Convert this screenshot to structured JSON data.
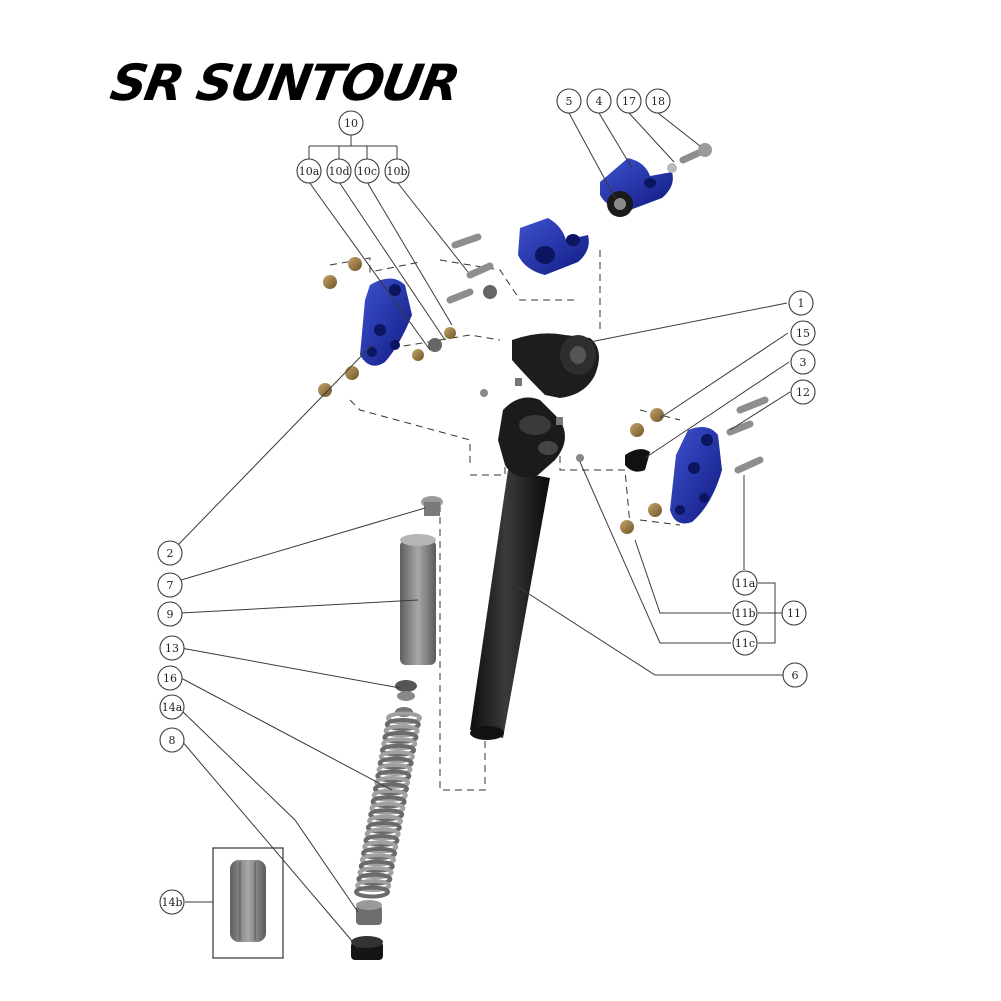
{
  "brand": {
    "logo_text": "SR SUNTOUR"
  },
  "colors": {
    "part_blue": "#1f2fa8",
    "part_black": "#1a1a1a",
    "part_bronze": "#9a7a4a",
    "part_gray": "#8a8a8a"
  },
  "callouts": {
    "c1": "1",
    "c2": "2",
    "c3": "3",
    "c4": "4",
    "c5": "5",
    "c6": "6",
    "c7": "7",
    "c8": "8",
    "c9": "9",
    "c10": "10",
    "c10a": "10a",
    "c10b": "10b",
    "c10c": "10c",
    "c10d": "10d",
    "c11": "11",
    "c11a": "11a",
    "c11b": "11b",
    "c11c": "11c",
    "c12": "12",
    "c13": "13",
    "c14a": "14a",
    "c14b": "14b",
    "c15": "15",
    "c16": "16",
    "c17": "17",
    "c18": "18"
  }
}
